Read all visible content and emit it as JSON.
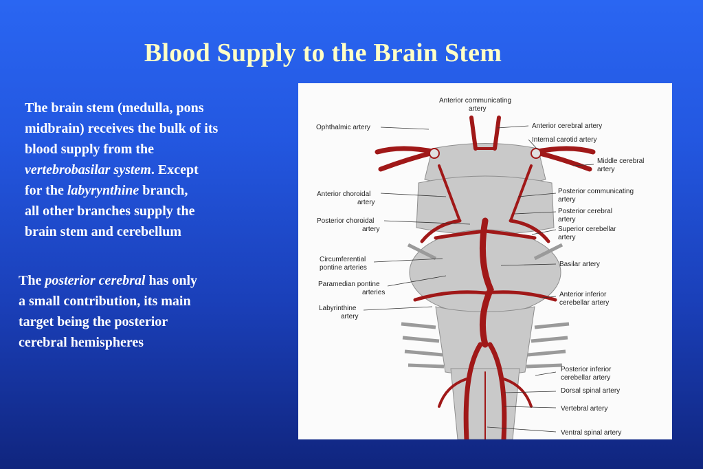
{
  "title": "Blood Supply to the Brain Stem",
  "paragraph1": {
    "line1": "The brain stem (medulla, pons",
    "line2": "midbrain) receives the bulk of its",
    "line3": "blood supply from the",
    "line4_italic": "vertebrobasilar system",
    "line4_rest": ". Except",
    "line5_pre": "for the ",
    "line5_italic": "labyrynthine",
    "line5_post": " branch,",
    "line6": "all other branches supply the",
    "line7": "brain stem and cerebellum"
  },
  "paragraph2": {
    "line1_pre": "The ",
    "line1_italic": "posterior cerebral",
    "line1_post": " has only",
    "line2": "a small contribution, its main",
    "line3": "target being the posterior",
    "line4": "cerebral hemispheres"
  },
  "figure": {
    "labels": {
      "ant_communicating_1": "Anterior communicating",
      "ant_communicating_2": "artery",
      "ophthalmic": "Ophthalmic artery",
      "ant_cerebral": "Anterior cerebral artery",
      "int_carotid": "Internal carotid artery",
      "middle_cerebral_1": "Middle cerebral",
      "middle_cerebral_2": "artery",
      "ant_choroidal_1": "Anterior choroidal",
      "ant_choroidal_2": "artery",
      "post_communicating_1": "Posterior communicating",
      "post_communicating_2": "artery",
      "post_cerebral_1": "Posterior cerebral",
      "post_cerebral_2": "artery",
      "post_choroidal_1": "Posterior choroidal",
      "post_choroidal_2": "artery",
      "sup_cerebellar_1": "Superior cerebellar",
      "sup_cerebellar_2": "artery",
      "circumferential_1": "Circumferential",
      "circumferential_2": "pontine arteries",
      "basilar": "Basilar artery",
      "paramedian_1": "Paramedian pontine",
      "paramedian_2": "arteries",
      "ant_inf_cerebellar_1": "Anterior inferior",
      "ant_inf_cerebellar_2": "cerebellar artery",
      "labyrinthine_1": "Labyrinthine",
      "labyrinthine_2": "artery",
      "post_inf_cerebellar_1": "Posterior inferior",
      "post_inf_cerebellar_2": "cerebellar artery",
      "dorsal_spinal": "Dorsal spinal artery",
      "vertebral": "Vertebral artery",
      "ventral_spinal": "Ventral spinal artery"
    }
  },
  "colors": {
    "title": "#ffffc6",
    "body_text": "#ffffff",
    "artery": "#a01818",
    "brain_tissue": "#c8c8c8"
  }
}
